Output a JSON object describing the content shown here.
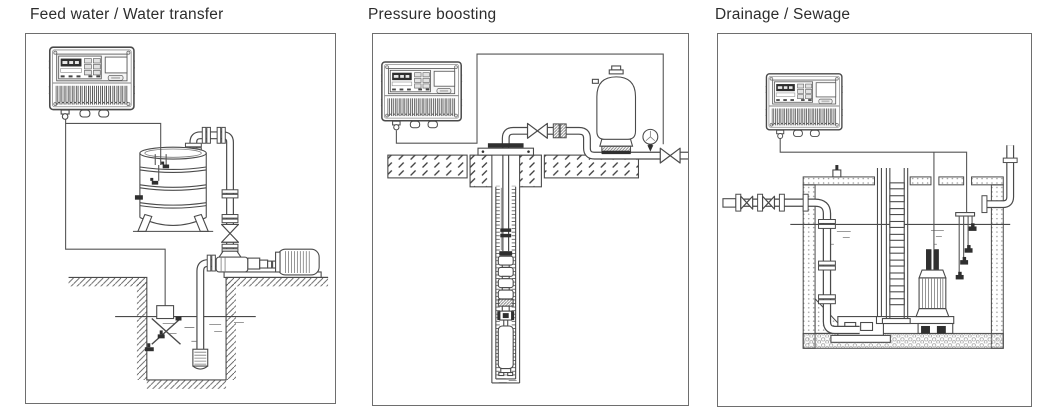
{
  "colors": {
    "background": "#ffffff",
    "line": "#4a4a4a",
    "dark_fill": "#2f2f2f",
    "frame_border": "#6e6e6e",
    "title_text": "#2d2d2d"
  },
  "panels": [
    {
      "title": "Feed water / Water transfer",
      "components": [
        "pump-controller",
        "storage-tank-with-level-sensors",
        "tank-feed-pipe-with-shutoff-valve",
        "surface-pump-with-motor",
        "suction-pipe-with-foot-valve",
        "float-switch",
        "underground-water-pit"
      ]
    },
    {
      "title": "Pressure boosting",
      "components": [
        "pump-controller",
        "wellhead-with-shutoff-valve",
        "borehole-casing",
        "submersible-multistage-pump",
        "diaphragm-pressure-tank",
        "pressure-gauge",
        "outlet-valve"
      ]
    },
    {
      "title": "Drainage / Sewage",
      "components": [
        "pump-controller",
        "discharge-pipe-with-check-and-gate-valves",
        "sewage-pit",
        "access-ladder",
        "submersible-sewage-pump",
        "suspended-level-sensors",
        "inlet-pipe"
      ]
    }
  ]
}
